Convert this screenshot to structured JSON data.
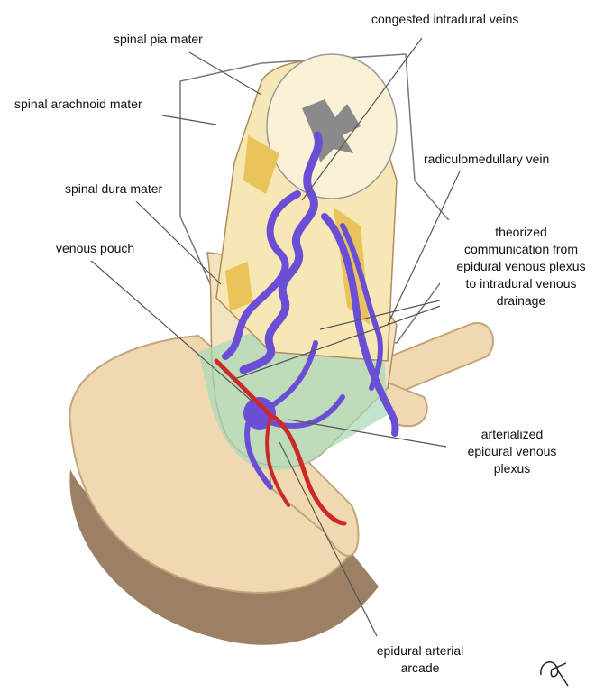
{
  "labels": {
    "congested_intradural_veins": "congested intradural veins",
    "spinal_pia_mater": "spinal pia mater",
    "spinal_arachnoid_mater": "spinal arachnoid mater",
    "radiculomedullary_vein": "radiculomedullary vein",
    "spinal_dura_mater": "spinal dura mater",
    "venous_pouch": "venous pouch",
    "theorized_communication": [
      "theorized",
      "communication from",
      "epidural venous plexus",
      "to intradural venous",
      "drainage"
    ],
    "arterialized_plexus": [
      "arterialized",
      "epidural venous",
      "plexus"
    ],
    "epidural_arterial_arcade": [
      "epidural arterial",
      "arcade"
    ]
  },
  "colors": {
    "bone": "#f0d9b0",
    "bone_shadow": "#c4a57a",
    "vertebral_body_side": "#8a6a4a",
    "cord": "#f6e7b5",
    "grey_matter": "#8a8a8a",
    "dura_yellow": "#e8c45a",
    "vein_purple": "#6a4fd6",
    "artery_red": "#cc2a2a",
    "plexus_green": "#a8d9b8",
    "leader_line": "#555555"
  }
}
